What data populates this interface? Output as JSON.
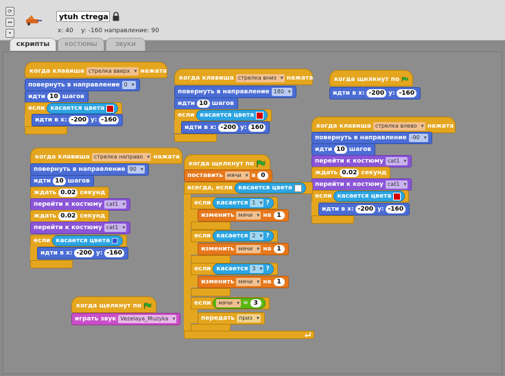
{
  "sprite": {
    "name": "ytuh ctrega",
    "x_label": "x:",
    "x_value": "40",
    "y_label": "y:",
    "y_value": "-160",
    "dir_label": "направление:",
    "dir_value": "90"
  },
  "tabs": [
    "скрипты",
    "костюмы",
    "звуки"
  ],
  "scripts": {
    "s1": {
      "hat": {
        "prefix": "когда клавиша",
        "key": "стрелка вверх",
        "suffix": "нажата"
      },
      "turn": {
        "label": "повернуть в направление",
        "value": "0"
      },
      "move": {
        "label": "идти",
        "value": "10",
        "unit": "шагов"
      },
      "if": {
        "label": "если",
        "cond": "касается цвета"
      },
      "goto": {
        "label": "идти в x:",
        "x": "-200",
        "ylabel": "y:",
        "y": "-160"
      }
    },
    "s2": {
      "hat": {
        "prefix": "когда клавиша",
        "key": "стрелка вниз",
        "suffix": "нажата"
      },
      "turn": {
        "label": "повернуть в направление",
        "value": "180"
      },
      "move": {
        "label": "идти",
        "value": "10",
        "unit": "шагов"
      },
      "if": {
        "label": "если",
        "cond": "касается цвета"
      },
      "goto": {
        "label": "идти в x:",
        "x": "-200",
        "ylabel": "y:",
        "y": "160"
      }
    },
    "s3": {
      "hat": {
        "label": "когда щелкнут по"
      },
      "goto": {
        "label": "идти в x:",
        "x": "-200",
        "ylabel": "y:",
        "y": "-160"
      }
    },
    "s4": {
      "hat": {
        "prefix": "когда клавиша",
        "key": "стрелка влево",
        "suffix": "нажата"
      },
      "turn": {
        "label": "повернуть в направление",
        "value": "-90"
      },
      "move": {
        "label": "идти",
        "value": "10",
        "unit": "шагов"
      },
      "costume1": {
        "label": "перейти к костюму",
        "value": "cat1"
      },
      "wait": {
        "label": "ждать",
        "value": "0.02",
        "unit": "секунд"
      },
      "costume2": {
        "label": "перейти к костюму",
        "value": "cat1"
      },
      "if": {
        "label": "если",
        "cond": "касается цвета"
      },
      "goto": {
        "label": "идти в x:",
        "x": "-200",
        "ylabel": "y:",
        "y": "-160"
      }
    },
    "s5": {
      "hat": {
        "prefix": "когда клавиша",
        "key": "стрелка направо",
        "suffix": "нажата"
      },
      "turn": {
        "label": "повернуть в направление",
        "value": "90"
      },
      "move": {
        "label": "идти",
        "value": "10",
        "unit": "шагов"
      },
      "wait1": {
        "label": "ждать",
        "value": "0.02",
        "unit": "секунд"
      },
      "costume1": {
        "label": "перейти к костюму",
        "value": "cat1"
      },
      "wait2": {
        "label": "ждать",
        "value": "0.02",
        "unit": "секунд"
      },
      "costume2": {
        "label": "перейти к костюму",
        "value": "cat1"
      },
      "if": {
        "label": "если",
        "cond": "касается цвета"
      },
      "goto": {
        "label": "идти в x:",
        "x": "-200",
        "ylabel": "y:",
        "y": "-160"
      }
    },
    "s6": {
      "hat": {
        "label": "когда щелкнут по"
      },
      "set": {
        "label": "поставить",
        "var": "мячи",
        "mid": "в",
        "value": "0"
      },
      "forever_if": {
        "label": "всегда, если",
        "cond": "касается цвета"
      },
      "if1": {
        "label": "если",
        "cond": "касается",
        "target": "1",
        "q": "?"
      },
      "change1": {
        "label": "изменить",
        "var": "мячи",
        "mid": "на",
        "value": "1"
      },
      "if2": {
        "label": "если",
        "cond": "касается",
        "target": "2",
        "q": "?"
      },
      "change2": {
        "label": "изменить",
        "var": "мячи",
        "mid": "на",
        "value": "1"
      },
      "if3": {
        "label": "если",
        "cond": "касается",
        "target": "3",
        "q": "?"
      },
      "change3": {
        "label": "изменить",
        "var": "мячи",
        "mid": "на",
        "value": "1"
      },
      "if4": {
        "label": "если",
        "var": "мячи",
        "op": "=",
        "value": "3"
      },
      "broadcast": {
        "label": "передать",
        "value": "приз"
      }
    },
    "s7": {
      "hat": {
        "label": "когда щелкнут по"
      },
      "sound": {
        "label": "играть звук",
        "value": "Vezelaya_Muzyka"
      }
    }
  },
  "colors": {
    "control": "#e5a61f",
    "motion": "#4a6cd4",
    "looks": "#8a55d7",
    "sensing": "#2ca5e2",
    "operators": "#5cb712",
    "variables": "#e6781b",
    "sound": "#c94fc9",
    "touch_red": "#d00000",
    "touch_white": "#ffffff",
    "flag_green": "#2fa82f"
  }
}
